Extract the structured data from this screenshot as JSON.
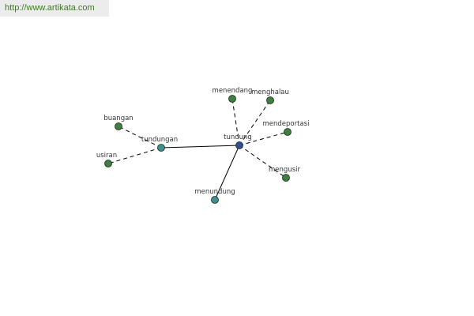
{
  "header": {
    "url": "http://www.artikata.com"
  },
  "colors": {
    "background": "#ffffff",
    "link": "#3c7a1e",
    "node_center": "#2f4f8f",
    "node_secondary": "#3f8f8f",
    "node_leaf": "#3f7f3f",
    "node_stroke": "#1a2a1a",
    "edge": "#000000"
  },
  "graph": {
    "nodes": [
      {
        "id": "tundung",
        "label": "tundung",
        "kind": "center"
      },
      {
        "id": "tundungan",
        "label": "tundungan",
        "kind": "secondary"
      },
      {
        "id": "menundung",
        "label": "menundung",
        "kind": "secondary"
      },
      {
        "id": "menendang",
        "label": "menendang",
        "kind": "leaf"
      },
      {
        "id": "menghalau",
        "label": "menghalau",
        "kind": "leaf"
      },
      {
        "id": "mendeportasi",
        "label": "mendeportasi",
        "kind": "leaf"
      },
      {
        "id": "mengusir",
        "label": "mengusir",
        "kind": "leaf"
      },
      {
        "id": "buangan",
        "label": "buangan",
        "kind": "leaf"
      },
      {
        "id": "usiran",
        "label": "usiran",
        "kind": "leaf"
      }
    ],
    "edges": [
      {
        "from": "tundung",
        "to": "tundungan",
        "style": "solid"
      },
      {
        "from": "tundung",
        "to": "menundung",
        "style": "solid"
      },
      {
        "from": "tundung",
        "to": "menendang",
        "style": "dashed"
      },
      {
        "from": "tundung",
        "to": "menghalau",
        "style": "dashed"
      },
      {
        "from": "tundung",
        "to": "mendeportasi",
        "style": "dashed"
      },
      {
        "from": "tundung",
        "to": "mengusir",
        "style": "dashed"
      },
      {
        "from": "tundungan",
        "to": "buangan",
        "style": "dashed"
      },
      {
        "from": "tundungan",
        "to": "usiran",
        "style": "dashed"
      }
    ]
  }
}
